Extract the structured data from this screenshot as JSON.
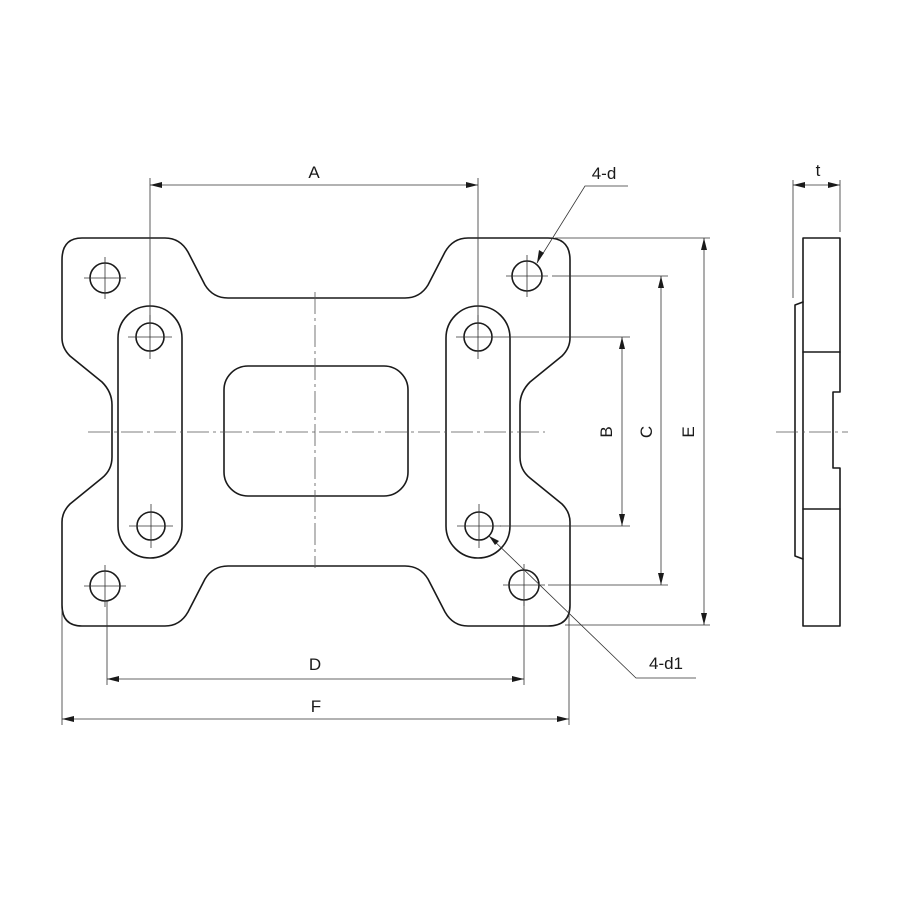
{
  "drawing": {
    "title": "Flange plate dimension drawing",
    "stroke_color": "#1a1a1a",
    "background": "#ffffff",
    "views": [
      "front-view",
      "side-view"
    ],
    "dimensions": {
      "A": "A",
      "B": "B",
      "C": "C",
      "D": "D",
      "E": "E",
      "F": "F",
      "t": "t"
    },
    "callouts": {
      "outer_holes": "4-d",
      "inner_holes": "4-d1"
    }
  }
}
